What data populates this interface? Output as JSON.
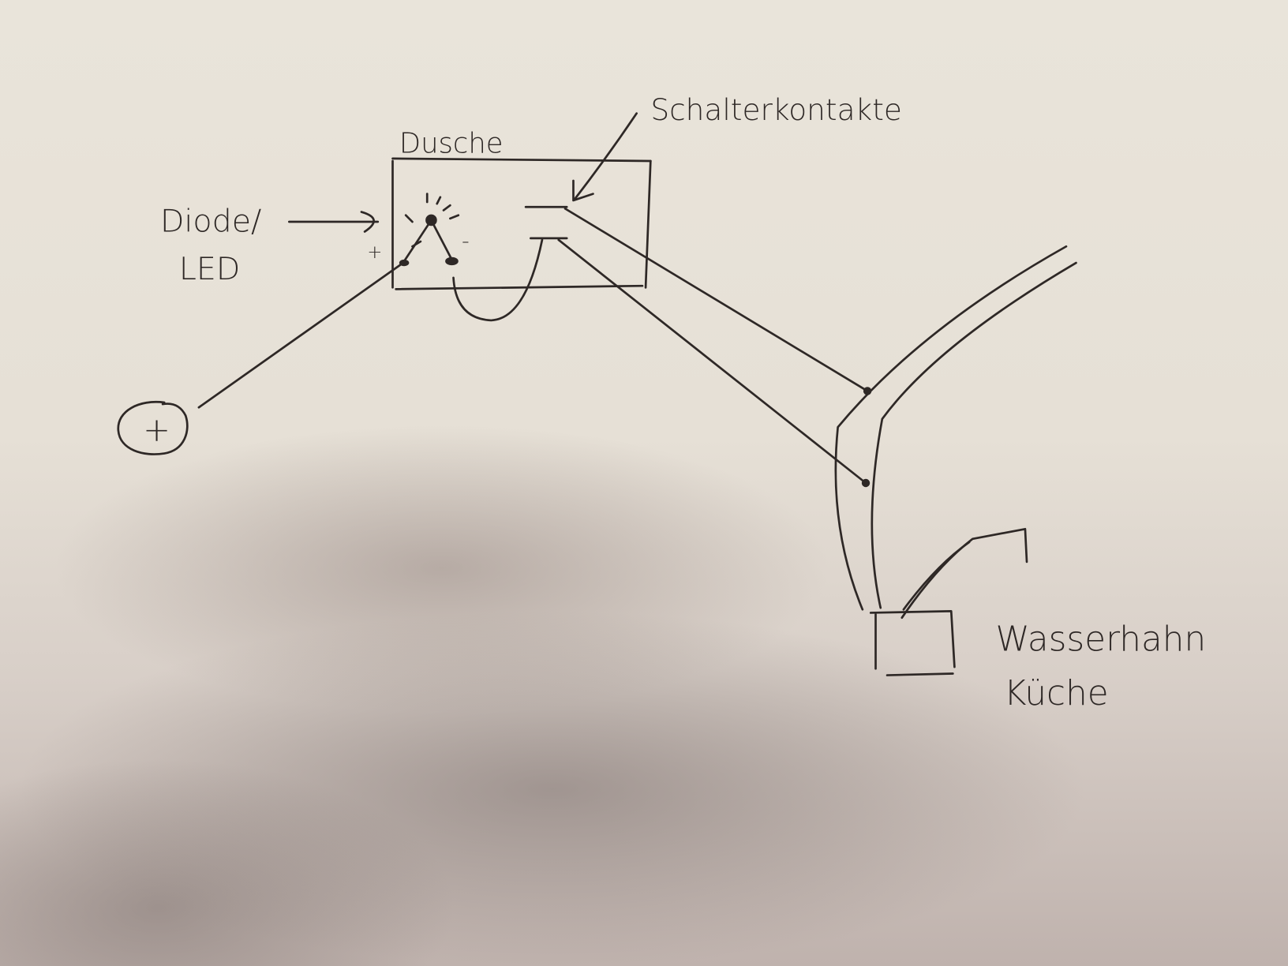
{
  "labels": {
    "box_title": "Dusche",
    "switch_contacts": "Schalterkontakte",
    "diode_line1": "Diode/",
    "diode_line2": "LED",
    "plus_small": "+",
    "minus_small": "-",
    "terminal_plus": "+",
    "faucet_line1": "Wasserhahn",
    "faucet_line2": "Küche"
  },
  "colors": {
    "ink": "#2e2826",
    "paper": "#e9e4da"
  }
}
